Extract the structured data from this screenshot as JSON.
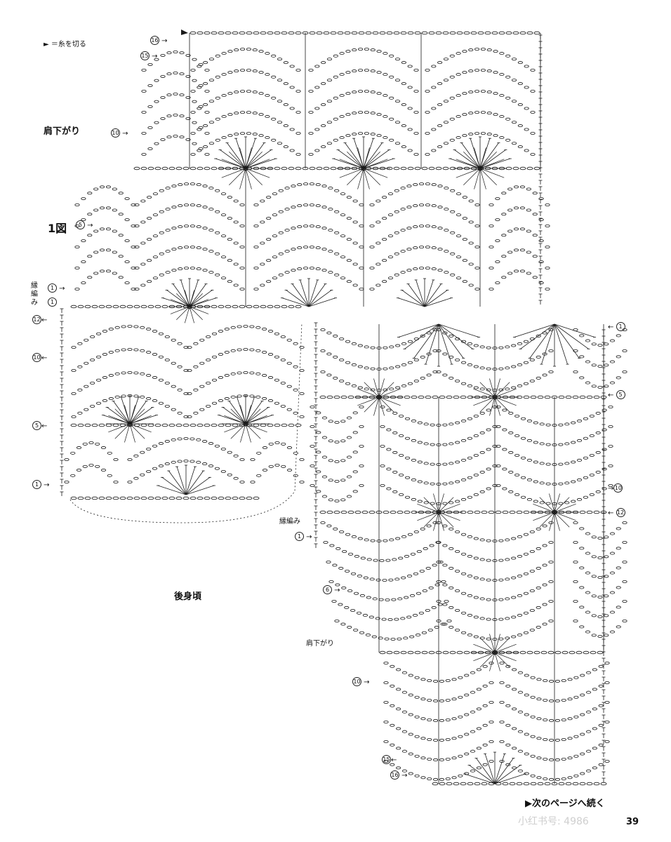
{
  "legend": {
    "symbol": "►",
    "text": "＝糸を切る"
  },
  "labels": {
    "shoulder_top": "肩下がり",
    "figure": "1図",
    "edge_vertical": "縁編み",
    "back_body": "後身頃",
    "shoulder_right": "肩下がり",
    "edge_right": "縁編み",
    "continue": "▶次のページへ続く",
    "page_number": "39",
    "watermark": "小红书号: 4986"
  },
  "row_markers": {
    "top_16": "16",
    "top_15": "15",
    "top_10": "10",
    "top_5": "5",
    "top_1": "1",
    "top_1b": "1",
    "left_12": "12",
    "left_10": "10",
    "left_5": "5",
    "left_1": "1",
    "right_1": "1",
    "right_5": "5",
    "right_10": "10",
    "right_12": "12",
    "right_edge_1": "1",
    "right_6": "6",
    "right_10b": "10",
    "right_15": "15",
    "right_16": "16"
  },
  "colors": {
    "ink": "#1a1a1a",
    "paper": "#ffffff"
  }
}
